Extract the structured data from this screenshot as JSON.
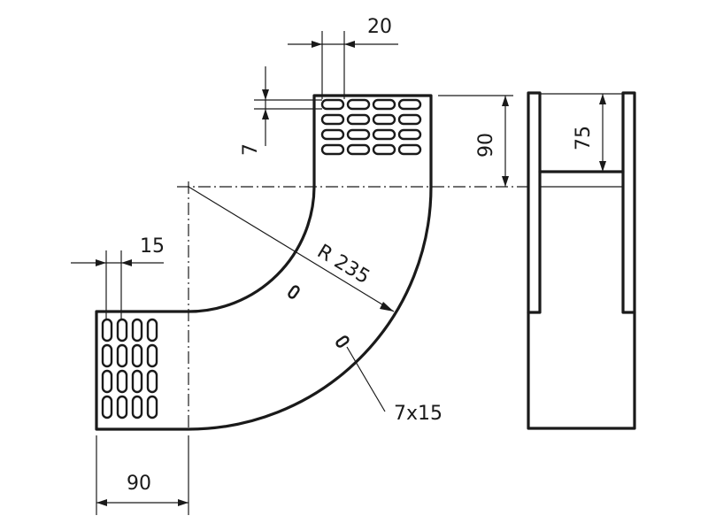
{
  "dimensions": {
    "slot_pitch_top": "20",
    "slot_height_top": "7",
    "height_right": "90",
    "inner_height_side": "75",
    "radius": "R 235",
    "slot_pitch_left": "15",
    "width_bottom": "90",
    "hole_size": "7x15"
  },
  "colors": {
    "line": "#1a1a1a",
    "background": "#ffffff"
  }
}
